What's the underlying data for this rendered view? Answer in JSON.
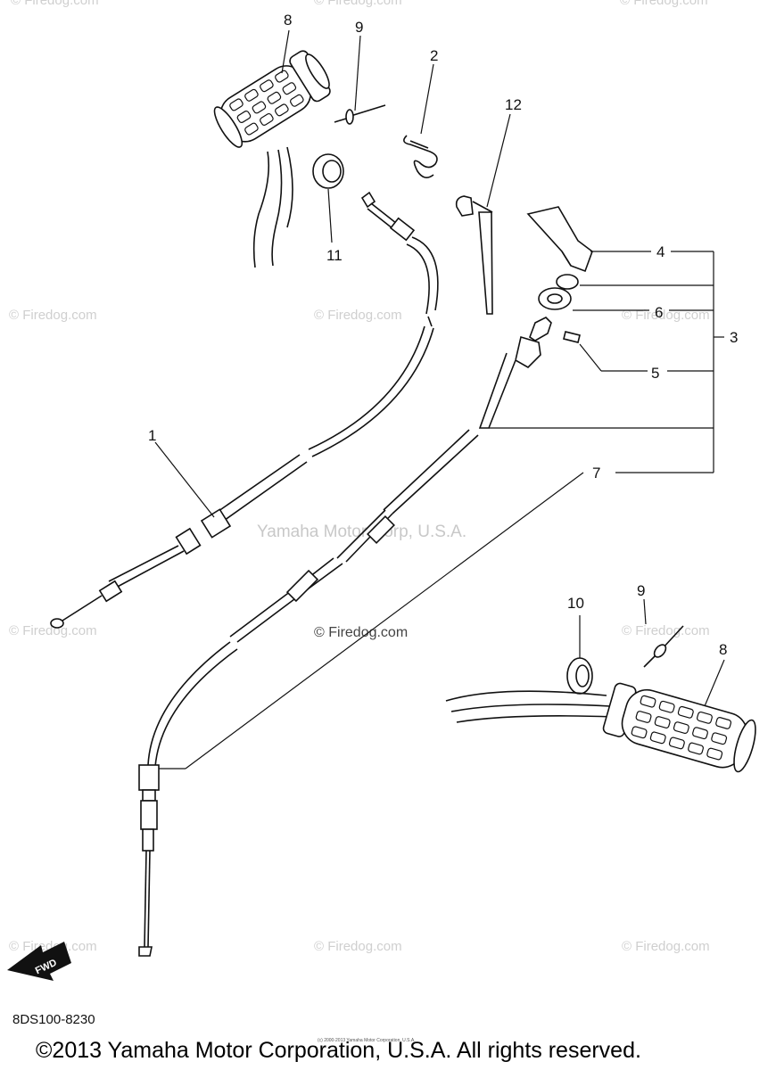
{
  "watermarks": {
    "site": "© Firedog.com",
    "center": "Yamaha Motor Corp, U.S.A.",
    "mid": "© Firedog.com"
  },
  "callouts": {
    "c1": "1",
    "c2": "2",
    "c3": "3",
    "c4": "4",
    "c5": "5",
    "c6": "6",
    "c7": "7",
    "c8_top": "8",
    "c8_bottom": "8",
    "c9_top": "9",
    "c9_bottom": "9",
    "c10": "10",
    "c11": "11",
    "c12": "12"
  },
  "fwd_label": "FWD",
  "diagram_code": "8DS100-8230",
  "copyright": "©2013 Yamaha Motor Corporation, U.S.A. All rights reserved.",
  "fine_print": "(c) 2000-2013 Yamaha Motor Corporation, U.S.A.",
  "colors": {
    "line": "#111111",
    "watermark": "#cfcfcf"
  }
}
